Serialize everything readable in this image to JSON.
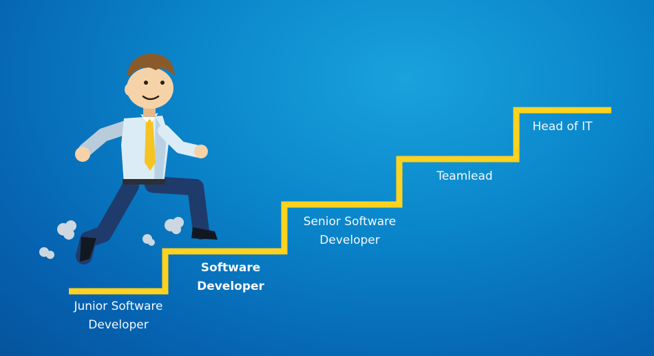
{
  "career_ladder": {
    "steps": [
      {
        "level": 1,
        "lines": [
          "Junior Software",
          "Developer"
        ],
        "emphasis": false
      },
      {
        "level": 2,
        "lines": [
          "Software",
          "Developer"
        ],
        "emphasis": true
      },
      {
        "level": 3,
        "lines": [
          "Senior Software",
          "Developer"
        ],
        "emphasis": false
      },
      {
        "level": 4,
        "lines": [
          "Teamlead"
        ],
        "emphasis": false
      },
      {
        "level": 5,
        "lines": [
          "Head of IT"
        ],
        "emphasis": false
      }
    ]
  },
  "colors": {
    "background": "#0a86cb",
    "stair_line": "#ffd21f",
    "tie": "#f6c324",
    "shirt": "#dcecf6",
    "pants": "#1f3b6b",
    "hair": "#8a5a2b",
    "skin": "#f6d2a8",
    "dust": "#d7dde4"
  },
  "icons": {
    "figure": "running-businessman-illustration",
    "stairs": "career-staircase-line"
  }
}
